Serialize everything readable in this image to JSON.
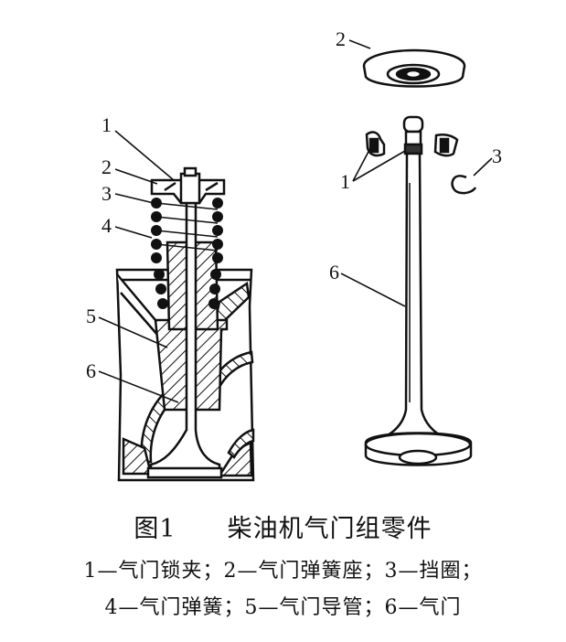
{
  "figure": {
    "number": "图1",
    "title": "柴油机气门组零件",
    "legend_line_1": "1—气门锁夹；2—气门弹簧座；3—挡圈；",
    "legend_line_2": "4—气门弹簧；5—气门导管；6—气门",
    "legend": [
      {
        "id": "1",
        "name": "气门锁夹"
      },
      {
        "id": "2",
        "name": "气门弹簧座"
      },
      {
        "id": "3",
        "name": "挡圈"
      },
      {
        "id": "4",
        "name": "气门弹簧"
      },
      {
        "id": "5",
        "name": "气门导管"
      },
      {
        "id": "6",
        "name": "气门"
      }
    ]
  },
  "left_view": {
    "callouts": [
      "1",
      "2",
      "3",
      "4",
      "5",
      "6"
    ]
  },
  "right_view": {
    "callouts": {
      "seat": "2",
      "collets": "1",
      "retainer": "3",
      "valve": "6"
    }
  }
}
